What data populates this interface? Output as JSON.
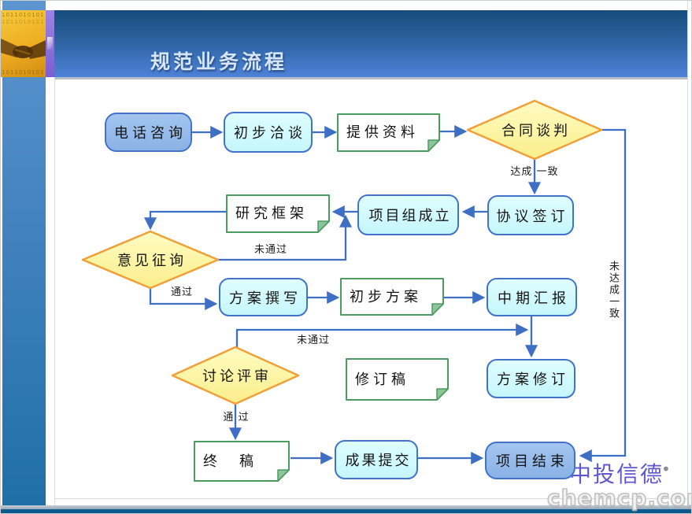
{
  "slide": {
    "title": "规范业务流程"
  },
  "flowchart": {
    "nodes": {
      "phone_consult": {
        "label": "电话咨询",
        "type": "start"
      },
      "initial_talk": {
        "label": "初步洽谈",
        "type": "process"
      },
      "provide_info": {
        "label": "提供资料",
        "type": "document"
      },
      "contract_negotiation": {
        "label": "合同谈判",
        "type": "decision"
      },
      "agreement_sign": {
        "label": "协议签订",
        "type": "process"
      },
      "project_team_setup": {
        "label": "项目组成立",
        "type": "process"
      },
      "research_framework": {
        "label": "研究框架",
        "type": "document"
      },
      "opinion_consult": {
        "label": "意见征询",
        "type": "decision"
      },
      "proposal_writing": {
        "label": "方案撰写",
        "type": "process"
      },
      "draft_proposal": {
        "label": "初步方案",
        "type": "document"
      },
      "midterm_report": {
        "label": "中期汇报",
        "type": "process"
      },
      "proposal_revision": {
        "label": "方案修订",
        "type": "process"
      },
      "revised_draft": {
        "label": "修订稿",
        "type": "document"
      },
      "discussion_review": {
        "label": "讨论评审",
        "type": "decision"
      },
      "final_draft": {
        "label": "终　稿",
        "type": "document"
      },
      "deliver_results": {
        "label": "成果提交",
        "type": "process"
      },
      "project_end": {
        "label": "项目结束",
        "type": "end"
      }
    },
    "edge_labels": {
      "reach_agreement": "达成 一致",
      "not_reach_agreement": "未达成一致",
      "not_passed_framework": "未通过",
      "passed_consult": "通过",
      "not_passed_review": "未通过",
      "passed_review": "通 过"
    }
  },
  "watermark": {
    "brand": "中投信德",
    "dot": "•",
    "site": "chemcp.com"
  },
  "decor": {
    "binary_row": "1011010101",
    "colors": {
      "arrow": "#3e6fc4",
      "process_border": "#4273c8",
      "process_fill": "#cdfcff",
      "terminator_fill": "#8bb4e8",
      "decision_fill": "#fdf6a0",
      "decision_border": "#f0a03a",
      "document_border": "#4e9b62",
      "banner_top": "#174c7d",
      "banner_bottom": "#4e82d9"
    }
  }
}
